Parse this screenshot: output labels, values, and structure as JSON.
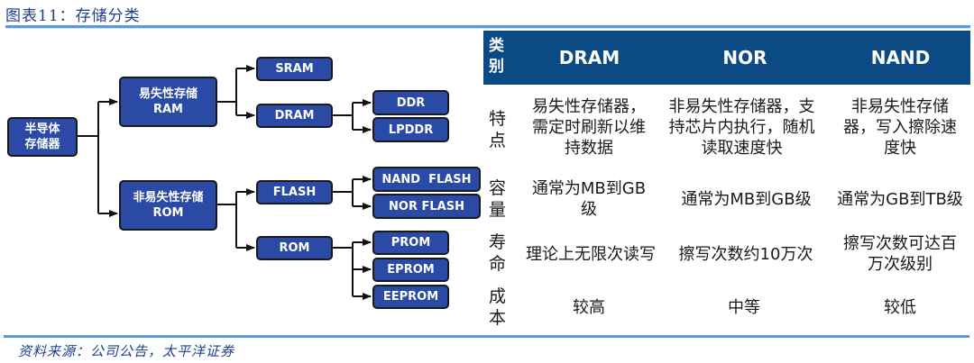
{
  "figure": {
    "title": "图表11：存储分类",
    "source": "资料来源：公司公告，太平洋证券"
  },
  "tree": {
    "root": {
      "line1": "半导体",
      "line2": "存储器"
    },
    "ram": {
      "line1": "易失性存储",
      "line2": "RAM"
    },
    "rom_parent": {
      "line1": "非易失性存储",
      "line2": "ROM"
    },
    "sram": "SRAM",
    "dram": "DRAM",
    "ddr": "DDR",
    "lpddr": "LPDDR",
    "flash": "FLASH",
    "rom": "ROM",
    "nand_flash": "NAND  FLASH",
    "nor_flash": "NOR FLASH",
    "prom": "PROM",
    "eprom": "EPROM",
    "eeprom": "EEPROM"
  },
  "table": {
    "header": {
      "category": "类别",
      "category_l1": "类",
      "category_l2": "别",
      "columns": [
        "DRAM",
        "NOR",
        "NAND"
      ]
    },
    "rows": [
      {
        "label": "特点",
        "l1": "特",
        "l2": "点",
        "cells": [
          "易失性存储器，需定时刷新以维持数据",
          "非易失性存储器，支持芯片内执行，随机读取速度快",
          "非易失性存储器，写入擦除速度快"
        ]
      },
      {
        "label": "容量",
        "l1": "容",
        "l2": "量",
        "cells": [
          "通常为MB到GB级",
          "通常为MB到GB级",
          "通常为GB到TB级"
        ]
      },
      {
        "label": "寿命",
        "l1": "寿",
        "l2": "命",
        "cells": [
          "理论上无限次读写",
          "擦写次数约10万次",
          "擦写次数可达百万次级别"
        ]
      },
      {
        "label": "成本",
        "l1": "成",
        "l2": "本",
        "cells": [
          "较高",
          "中等",
          "较低"
        ]
      }
    ]
  }
}
